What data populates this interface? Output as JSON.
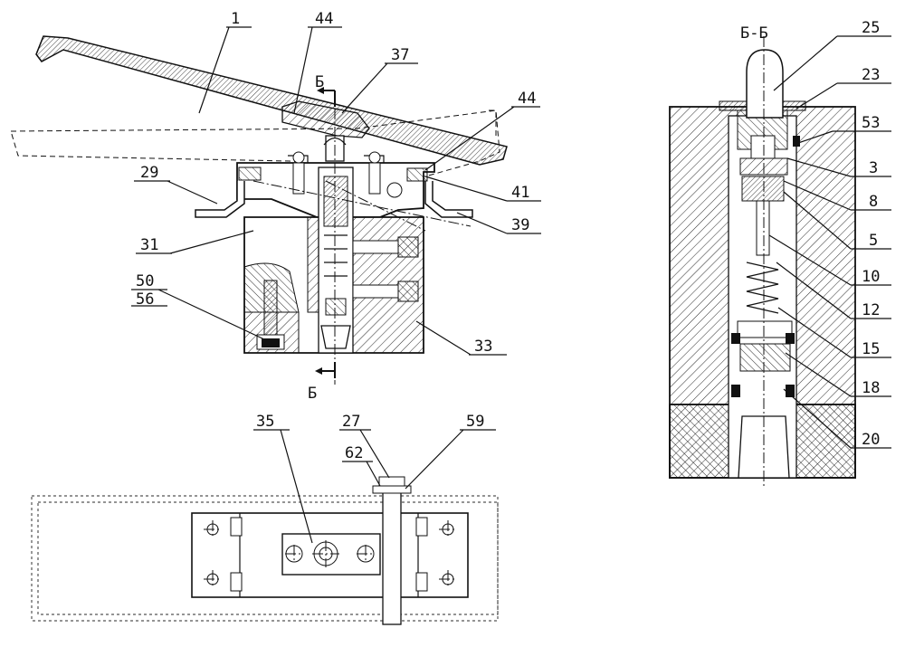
{
  "section_mark": "Б",
  "section_title": "Б-Б",
  "callouts": {
    "c1": "1",
    "c44a": "44",
    "c37": "37",
    "c44b": "44",
    "c29": "29",
    "c41": "41",
    "c39": "39",
    "c31": "31",
    "c50": "50",
    "c56": "56",
    "c33": "33",
    "c25": "25",
    "c23": "23",
    "c53": "53",
    "c3": "3",
    "c8": "8",
    "c5": "5",
    "c10": "10",
    "c12": "12",
    "c15": "15",
    "c18": "18",
    "c20": "20",
    "c35": "35",
    "c27": "27",
    "c62": "62",
    "c59": "59"
  }
}
